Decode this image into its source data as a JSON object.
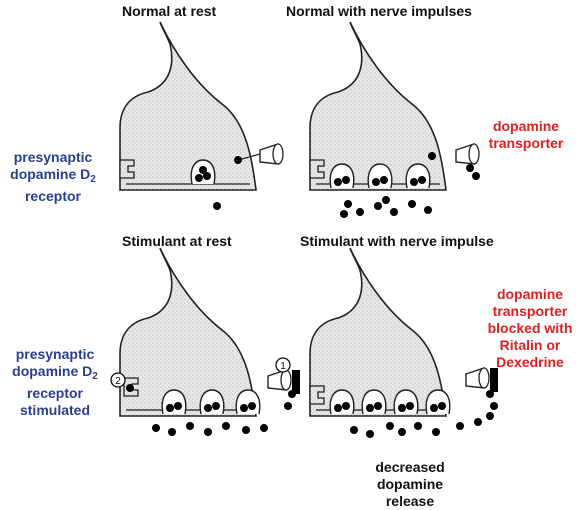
{
  "panels": {
    "normal_rest": "Normal at rest",
    "normal_impulses": "Normal with nerve impulses",
    "stimulant_rest": "Stimulant at rest",
    "stimulant_impulse": "Stimulant with nerve impulse"
  },
  "left_labels": {
    "top": {
      "line1": "presynaptic",
      "line2_pre": "dopamine D",
      "line2_sub": "2",
      "line3": "receptor"
    },
    "bottom": {
      "line1": "presynaptic",
      "line2_pre": "dopamine D",
      "line2_sub": "2",
      "line3": "receptor",
      "line4": "stimulated"
    }
  },
  "right_labels": {
    "top": {
      "line1": "dopamine",
      "line2": "transporter"
    },
    "bottom": {
      "line1": "dopamine",
      "line2": "transporter",
      "line3": "blocked with",
      "line4": "Ritalin or",
      "line5": "Dexedrine"
    }
  },
  "bottom_caption": {
    "line1": "decreased",
    "line2": "dopamine",
    "line3": "release"
  },
  "markers": {
    "one": "1",
    "two": "2"
  },
  "colors": {
    "blue": "#2a3f94",
    "red": "#e02020",
    "terminal_fill": "#e6e6e6",
    "dot": "#000000"
  }
}
